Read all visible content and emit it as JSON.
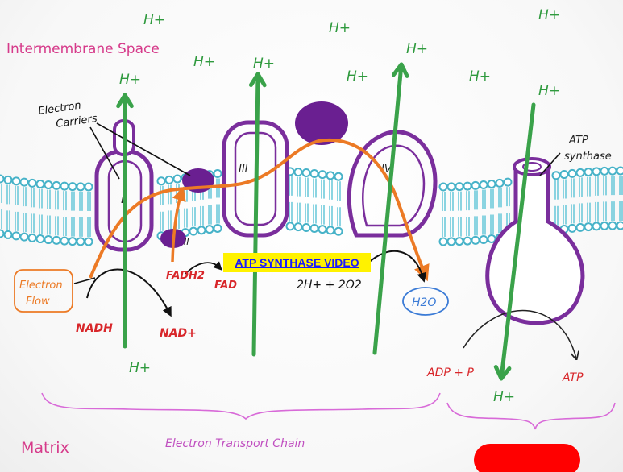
{
  "labels": {
    "intermembrane_space": "Intermembrane Space",
    "matrix": "Matrix",
    "electron_carriers": [
      "Electron",
      "Carriers"
    ],
    "electron_flow": [
      "Electron",
      "Flow"
    ],
    "atp_synthase": [
      "ATP",
      "synthase"
    ],
    "etc": "Electron Transport Chain",
    "complex_1": "I",
    "complex_2": "II",
    "complex_3": "III",
    "complex_4": "IV"
  },
  "molecules": {
    "nadh": "NADH",
    "nad_plus": "NAD+",
    "fadh2": "FADH2",
    "fad": "FAD",
    "reaction_left": "2H+ + 2O2",
    "water": "H2O",
    "adp_p": "ADP + P",
    "atp": "ATP"
  },
  "proton": "H+",
  "link": {
    "label": "ATP SYNTHASE VIDEO"
  },
  "colors": {
    "membrane": "#5bc3d6",
    "head": "#46b2c8",
    "protein_outline": "#7a2e9c",
    "protein_dark": "#6a1f91",
    "electron_arrow": "#ec7a25",
    "proton_arrow": "#3aa24a",
    "proton_text": "#2f9a3e",
    "molecule_red": "#d8262a",
    "magenta": "#d63a8a",
    "bracket": "#d86ad8",
    "water_circle": "#3b7bd6",
    "link_bg": "#fff200",
    "link_text": "#1a1aff",
    "red_blob": "#ff0000"
  }
}
